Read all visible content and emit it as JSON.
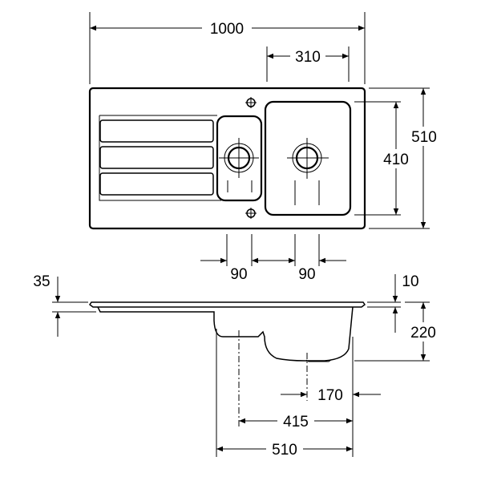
{
  "dimensions": {
    "total_width": "1000",
    "main_bowl_offset": "310",
    "total_depth": "510",
    "bowl_depth": "410",
    "drain_spacing_left": "90",
    "drain_spacing_right": "90",
    "rim_thickness": "35",
    "lip": "10",
    "bowl_height": "220",
    "drain_to_edge": "170",
    "small_drain_to_edge": "415",
    "bowls_width": "510"
  },
  "colors": {
    "line": "#000000",
    "background": "#ffffff"
  }
}
